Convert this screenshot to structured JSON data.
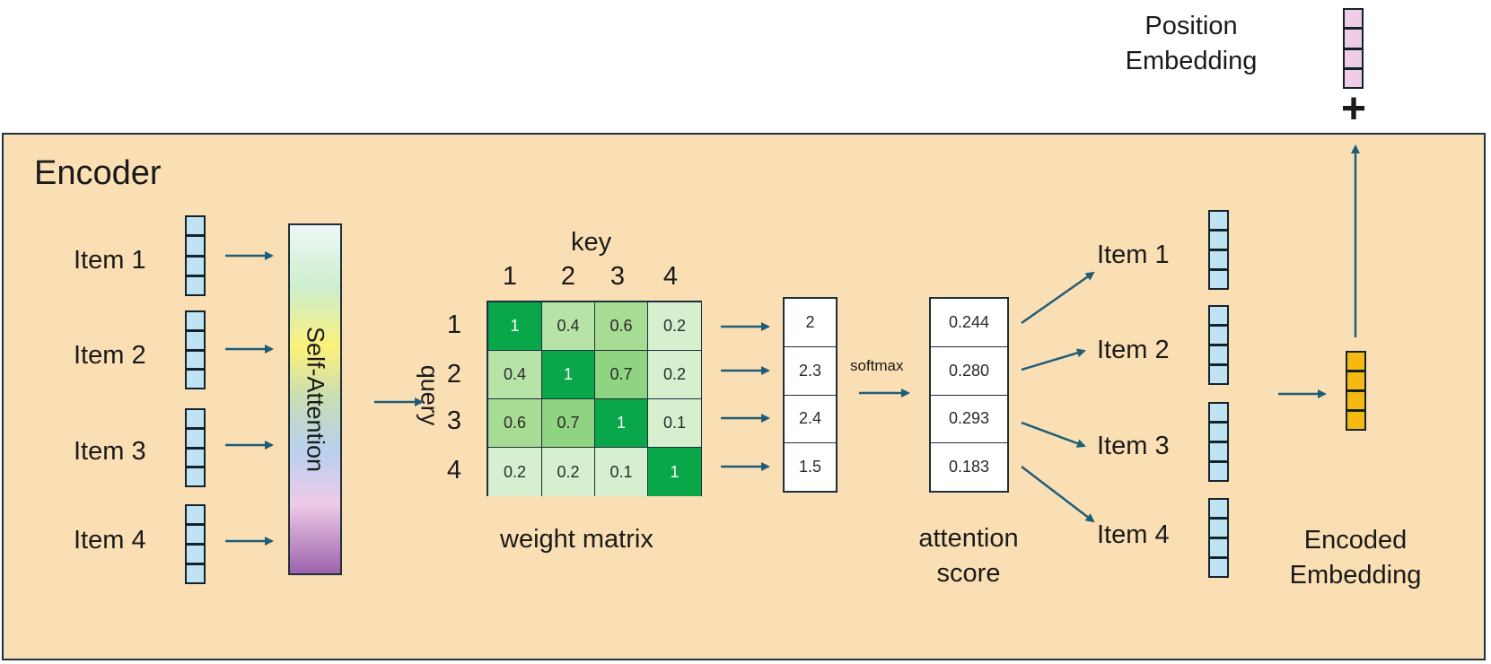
{
  "position_embedding": {
    "label_line1": "Position",
    "label_line2": "Embedding",
    "plus_symbol": "+"
  },
  "encoder": {
    "title": "Encoder"
  },
  "inputs": {
    "items": [
      "Item 1",
      "Item 2",
      "Item 3",
      "Item 4"
    ]
  },
  "self_attention": {
    "label": "Self-Attention"
  },
  "weight_matrix": {
    "key_label": "key",
    "query_label": "query",
    "key_indices": [
      "1",
      "2",
      "3",
      "4"
    ],
    "query_indices": [
      "1",
      "2",
      "3",
      "4"
    ],
    "caption": "weight matrix",
    "rows": [
      [
        "1",
        "0.4",
        "0.6",
        "0.2"
      ],
      [
        "0.4",
        "1",
        "0.7",
        "0.2"
      ],
      [
        "0.6",
        "0.7",
        "1",
        "0.1"
      ],
      [
        "0.2",
        "0.2",
        "0.1",
        "1"
      ]
    ],
    "colors": {
      "1": "#0aa64a",
      "0.7": "#8fd480",
      "0.6": "#a6dc93",
      "0.4": "#b7e2a8",
      "0.2": "#d6f0cf",
      "0.1": "#d6f0cf"
    }
  },
  "raw_scores": {
    "values": [
      "2",
      "2.3",
      "2.4",
      "1.5"
    ]
  },
  "softmax": {
    "label": "softmax"
  },
  "attention_score": {
    "values": [
      "0.244",
      "0.280",
      "0.293",
      "0.183"
    ],
    "caption_line1": "attention",
    "caption_line2": "score"
  },
  "outputs": {
    "items": [
      "Item 1",
      "Item 2",
      "Item 3",
      "Item 4"
    ]
  },
  "encoded_embedding": {
    "label_line1": "Encoded",
    "label_line2": "Embedding"
  },
  "colors": {
    "encoder_bg": "#fbdfb4",
    "arrow": "#1e5d78",
    "item_vector": "#bfe3f3",
    "position_vector": "#efcde6",
    "encoded_vector": "#f6b912"
  }
}
